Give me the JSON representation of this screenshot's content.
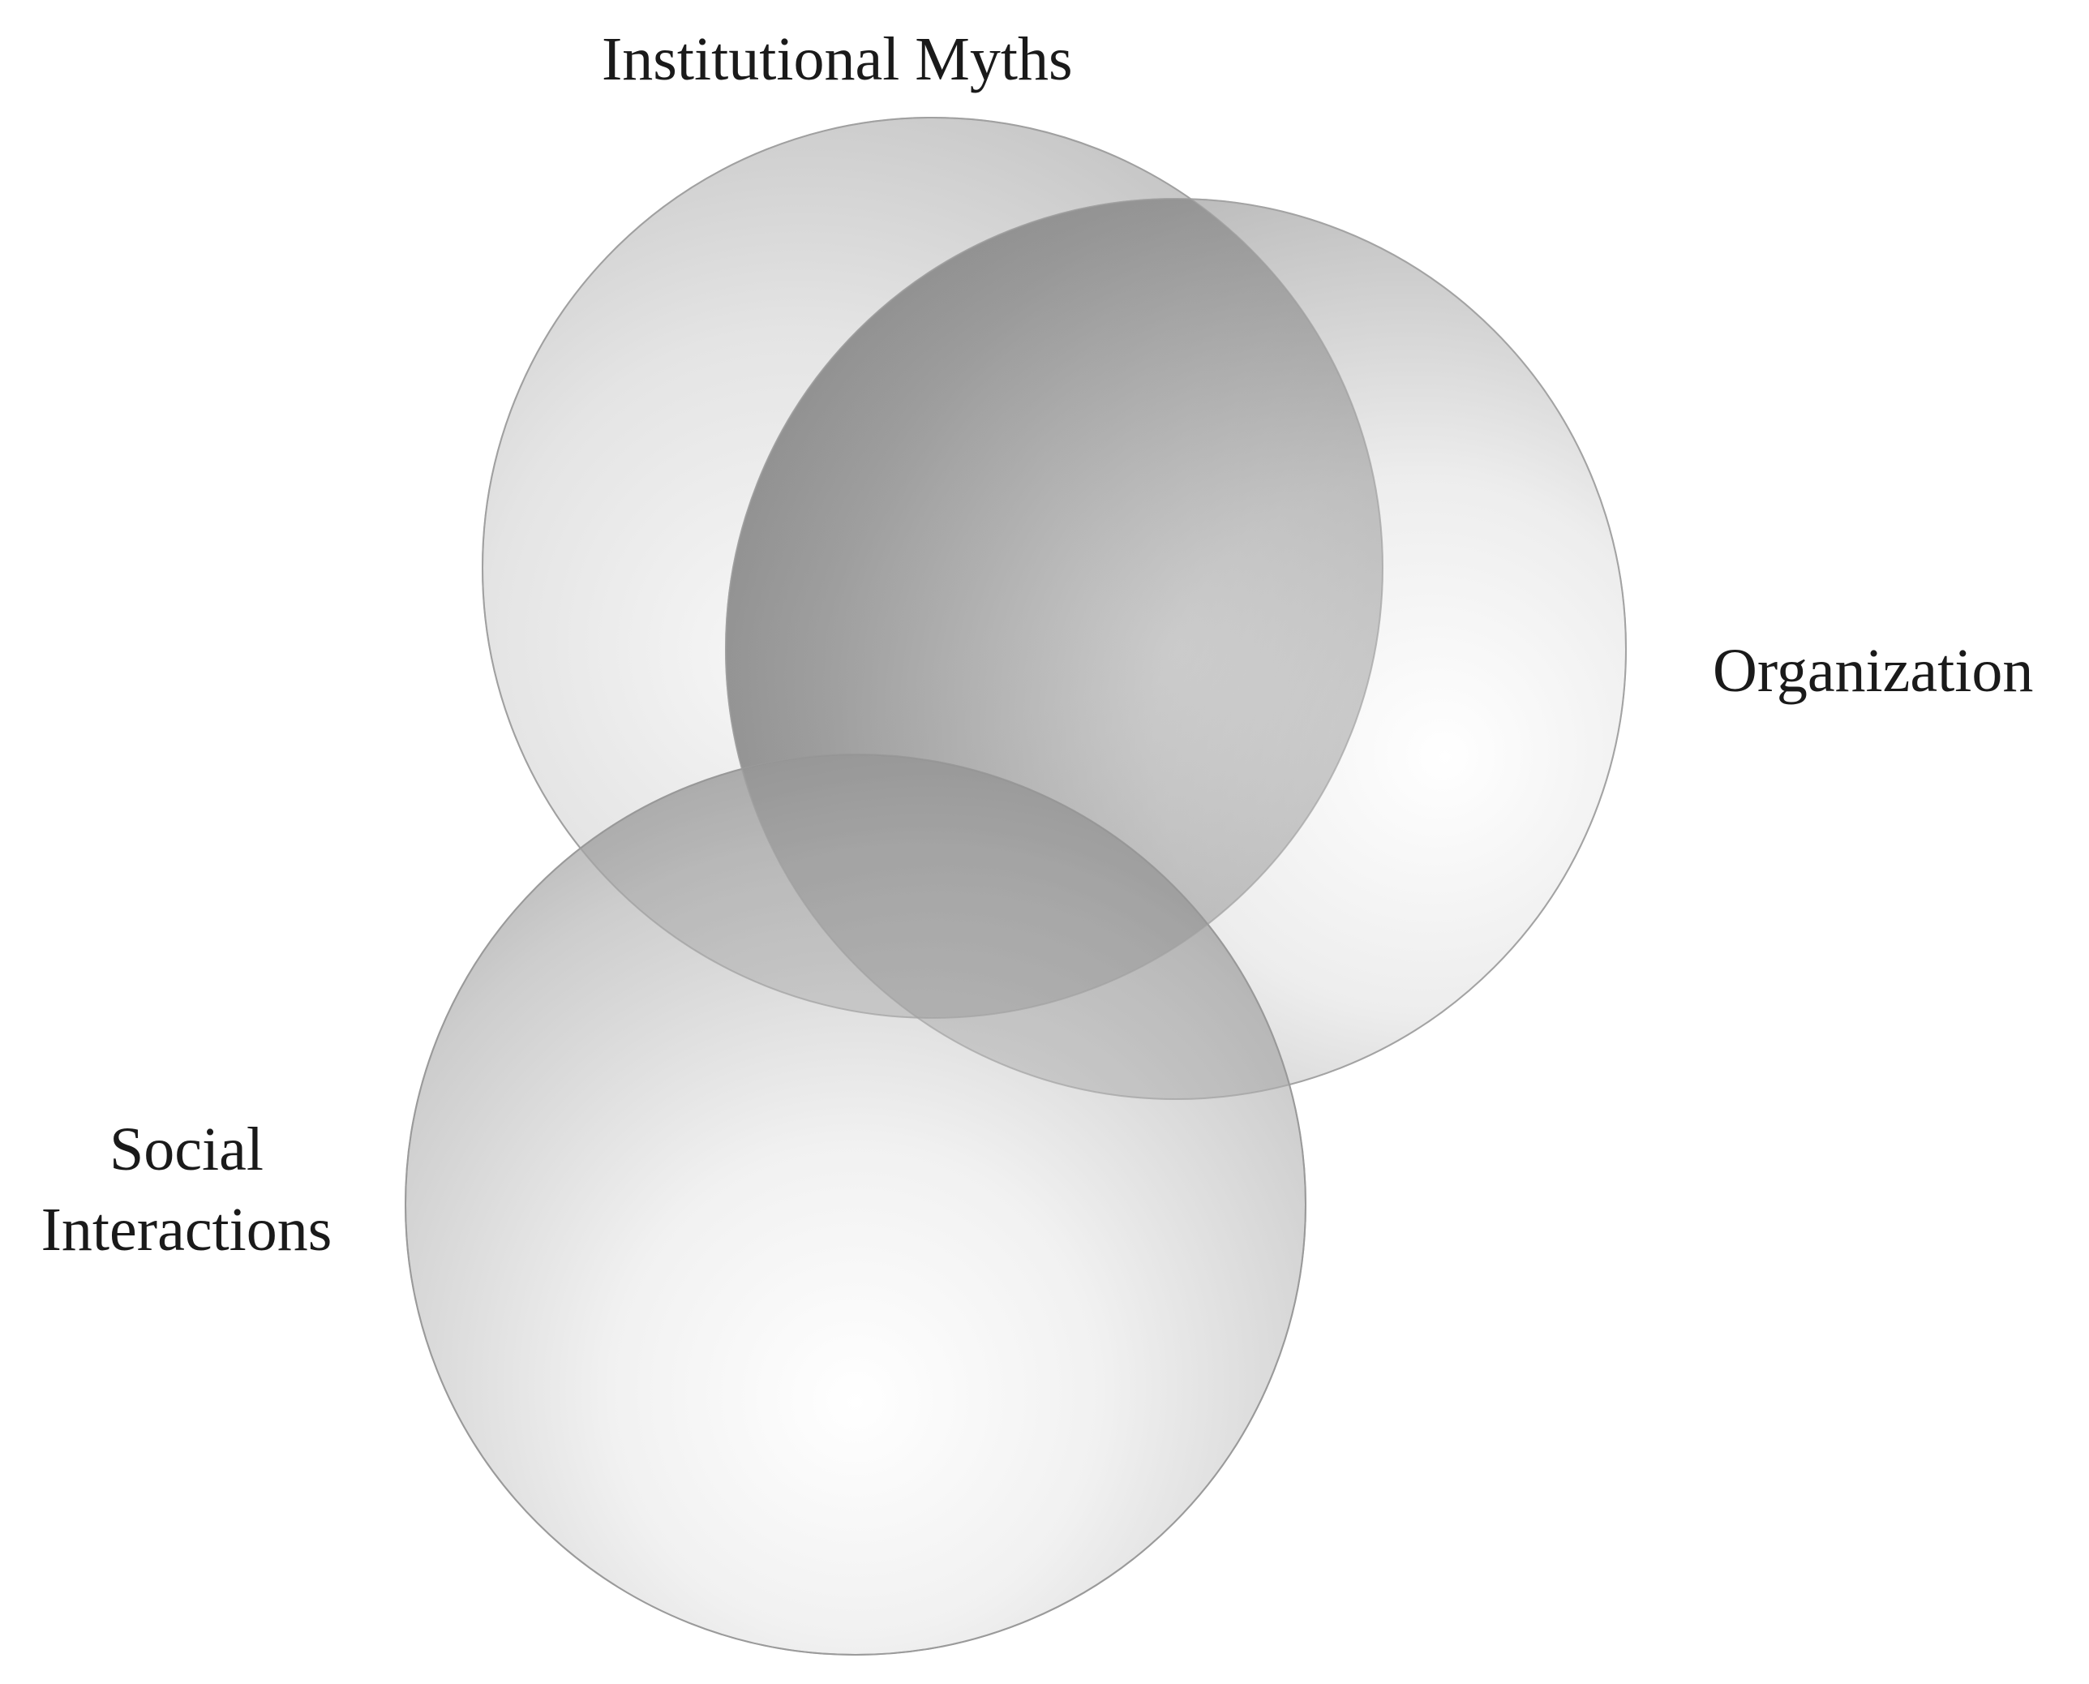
{
  "labels": {
    "institutional_myths": "Institutional Myths",
    "organization": "Organization",
    "social_interactions_line1": "Social",
    "social_interactions_line2": "Interactions"
  },
  "colors": {
    "background": "#ffffff",
    "circle_light": "#f2f2f2",
    "circle_mid": "#c8c8c8",
    "circle_dark": "#8e8e8e",
    "circle_edge": "#9a9a9a",
    "text": "#1a1a1a"
  }
}
